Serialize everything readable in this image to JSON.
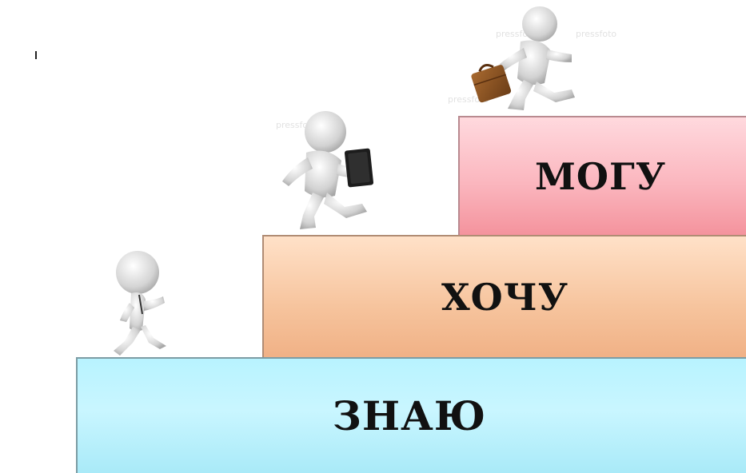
{
  "steps": {
    "bottom": {
      "label": "ЗНАЮ",
      "color": "#c9f6ff"
    },
    "middle": {
      "label": "ХОЧУ",
      "color": "#f6c39c"
    },
    "top": {
      "label": "МОГУ",
      "color": "#fbb7bf"
    }
  },
  "figures": [
    {
      "name": "figure-running",
      "prop": "none"
    },
    {
      "name": "figure-walking-with-folder",
      "prop": "black folder"
    },
    {
      "name": "figure-walking-with-briefcase",
      "prop": "brown briefcase"
    }
  ],
  "watermarks": {
    "text": "pressfoto"
  }
}
